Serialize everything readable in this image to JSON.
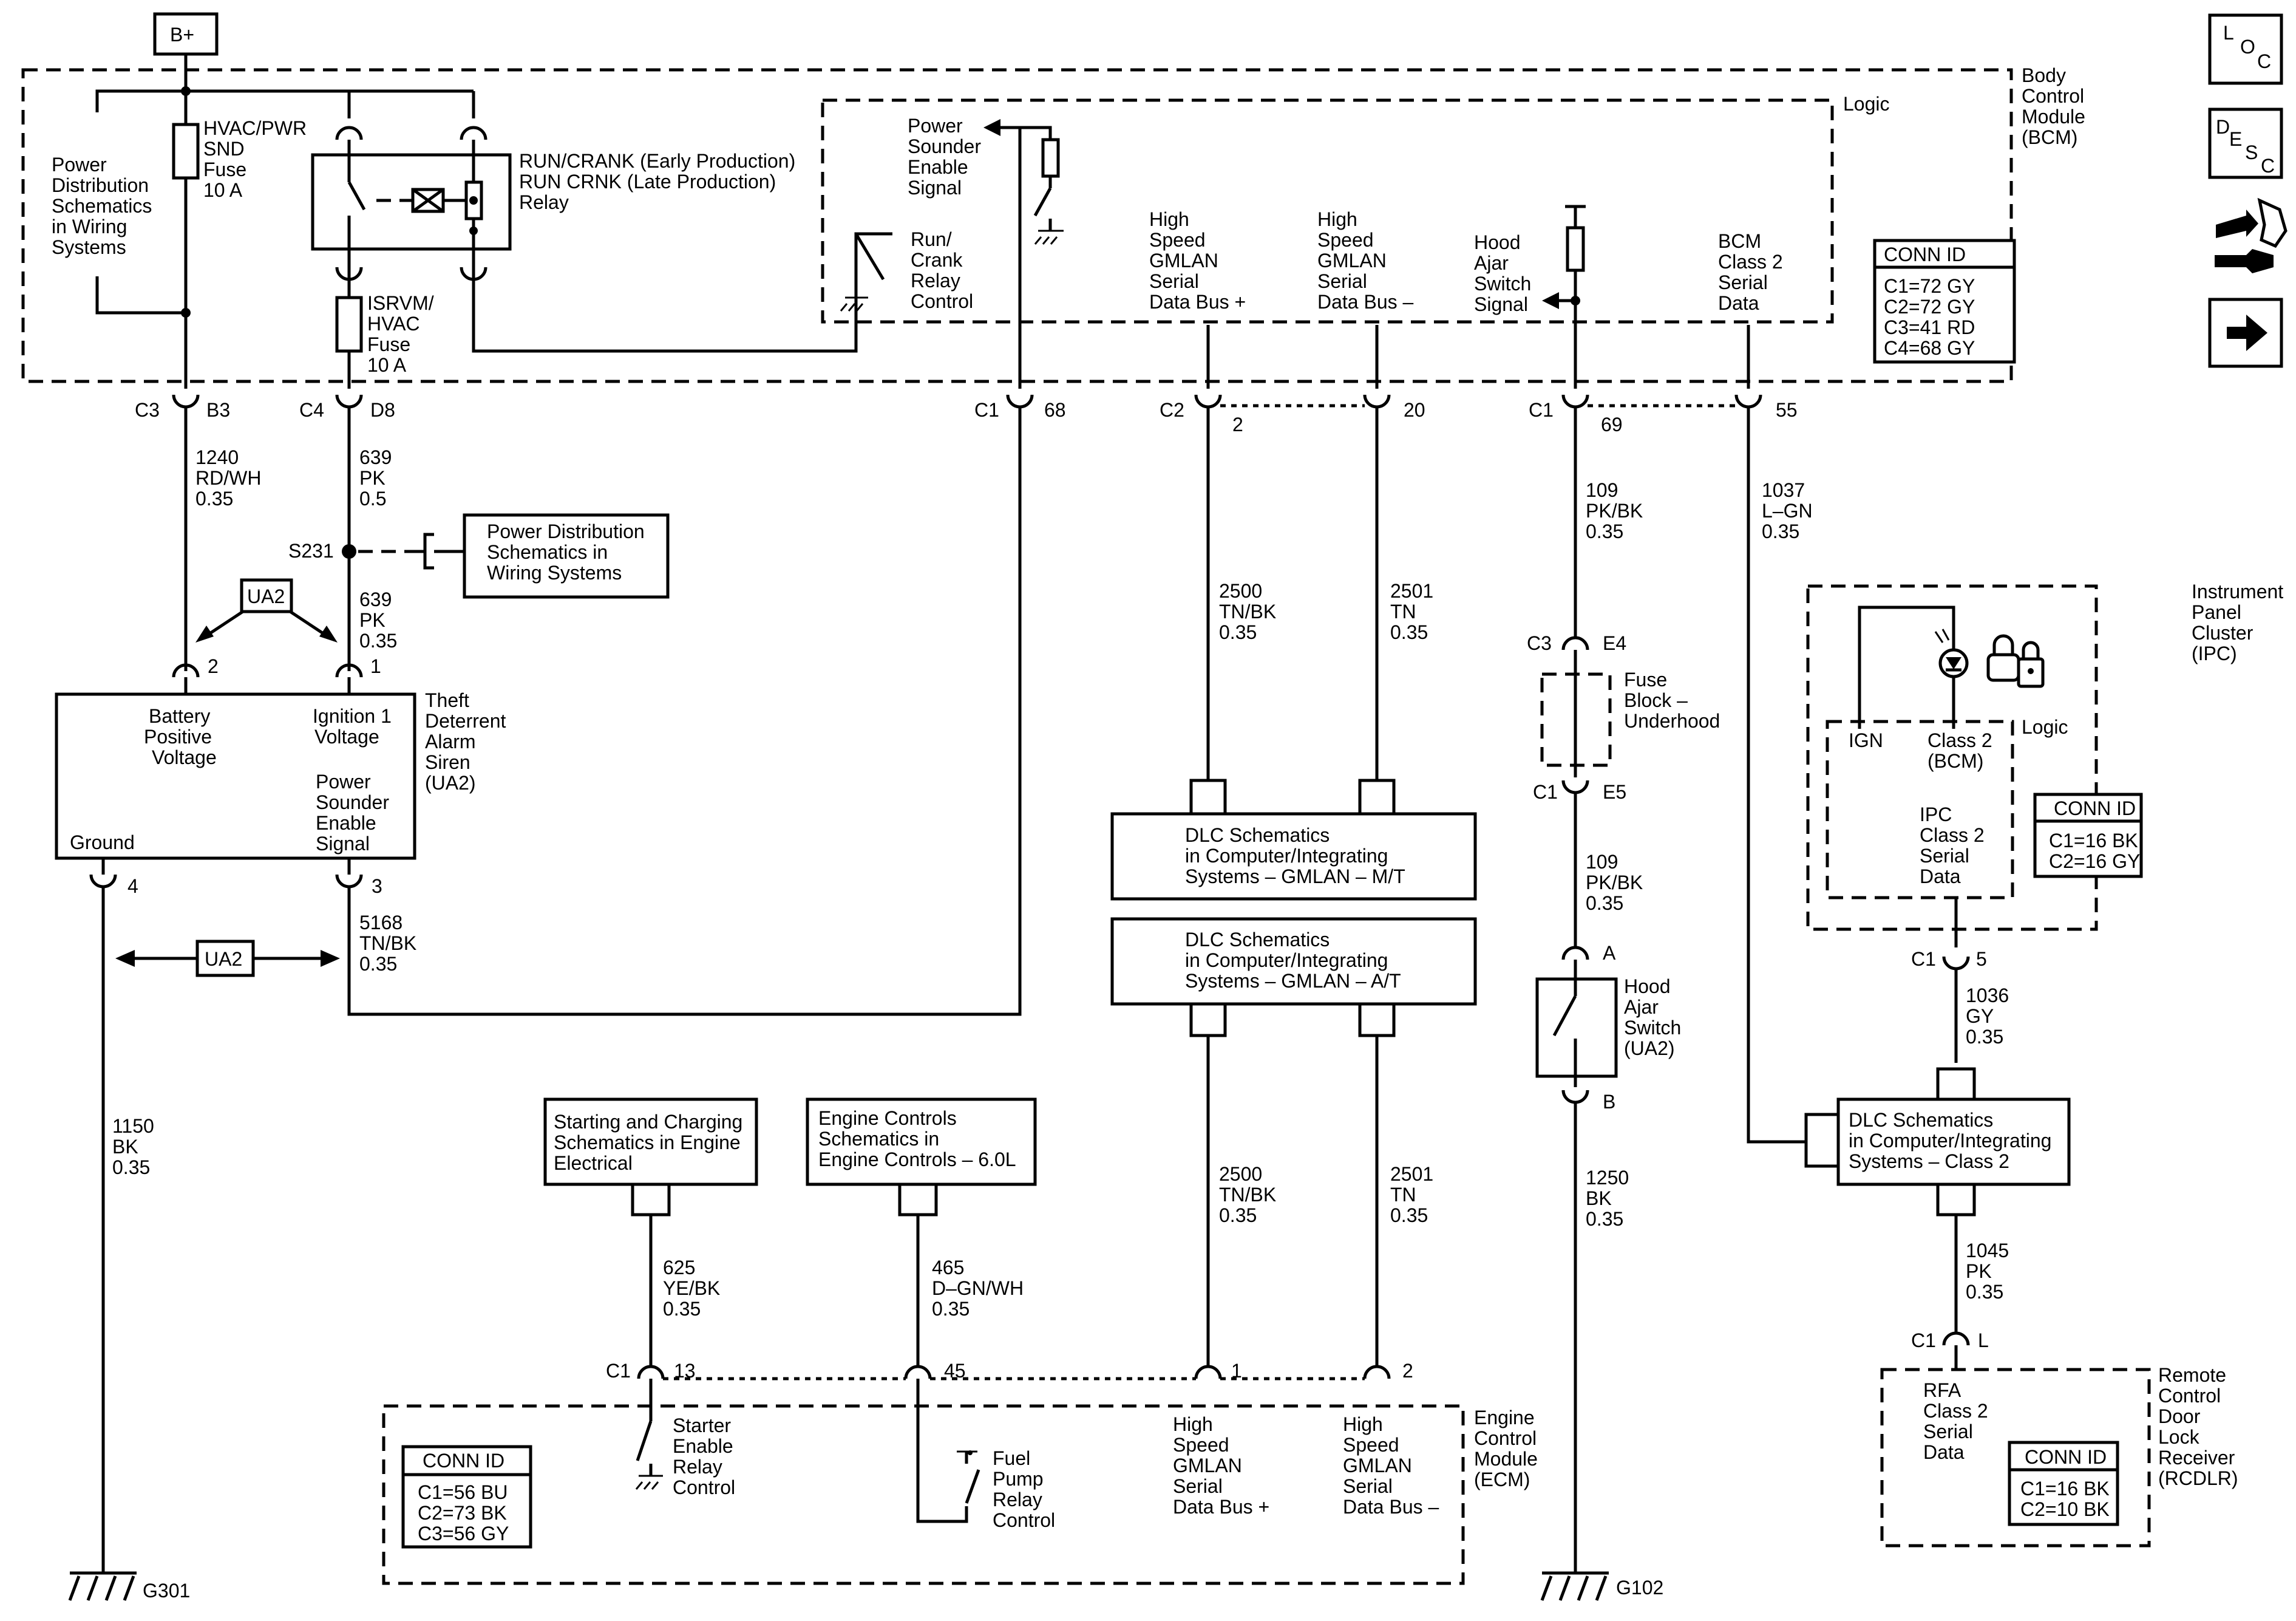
{
  "bplus": "B+",
  "modules": {
    "bcm": [
      "Body",
      "Control",
      "Module",
      "(BCM)"
    ],
    "ipc": [
      "Instrument",
      "Panel",
      "Cluster",
      "(IPC)"
    ],
    "ecm": [
      "Engine",
      "Control",
      "Module",
      "(ECM)"
    ],
    "rcdlr": [
      "Remote",
      "Control",
      "Door",
      "Lock",
      "Receiver",
      "(RCDLR)"
    ],
    "siren": [
      "Theft",
      "Deterrent",
      "Alarm",
      "Siren",
      "(UA2)"
    ]
  },
  "logic_label": "Logic",
  "conn_id": {
    "title": "CONN ID",
    "bcm": [
      "C1=72 GY",
      "C2=72 GY",
      "C3=41 RD",
      "C4=68 GY"
    ],
    "ipc": [
      "C1=16 BK",
      "C2=16 GY"
    ],
    "ecm": [
      "C1=56 BU",
      "C2=73 BK",
      "C3=56 GY"
    ],
    "rcdlr": [
      "C1=16 BK",
      "C2=10 BK"
    ]
  },
  "fuses": {
    "hvac_pwr": [
      "HVAC/PWR",
      "SND",
      "Fuse",
      "10 A"
    ],
    "isrvm": [
      "ISRVM/",
      "HVAC",
      "Fuse",
      "10 A"
    ]
  },
  "relay": [
    "RUN/CRANK (Early Production)",
    "RUN CRNK (Late Production)",
    "Relay"
  ],
  "signals": {
    "power_dist": [
      "Power",
      "Distribution",
      "Schematics",
      "in Wiring",
      "Systems"
    ],
    "power_sounder": [
      "Power",
      "Sounder",
      "Enable",
      "Signal"
    ],
    "run_crank": [
      "Run/",
      "Crank",
      "Relay",
      "Control"
    ],
    "hs_plus": [
      "High",
      "Speed",
      "GMLAN",
      "Serial",
      "Data Bus +"
    ],
    "hs_minus": [
      "High",
      "Speed",
      "GMLAN",
      "Serial",
      "Data Bus –"
    ],
    "hood_signal": [
      "Hood",
      "Ajar",
      "Switch",
      "Signal"
    ],
    "bcm_class2": [
      "BCM",
      "Class 2",
      "Serial",
      "Data"
    ],
    "battery": [
      "Battery",
      "Positive",
      "Voltage"
    ],
    "ign1": [
      "Ignition 1",
      "Voltage"
    ],
    "siren_sounder": [
      "Power",
      "Sounder",
      "Enable",
      "Signal"
    ],
    "ground": "Ground",
    "starter": [
      "Starter",
      "Enable",
      "Relay",
      "Control"
    ],
    "fuel_pump": [
      "Fuel",
      "Pump",
      "Relay",
      "Control"
    ],
    "ecm_hs_plus": [
      "High",
      "Speed",
      "GMLAN",
      "Serial",
      "Data Bus +"
    ],
    "ecm_hs_minus": [
      "High",
      "Speed",
      "GMLAN",
      "Serial",
      "Data Bus –"
    ],
    "ign": "IGN",
    "ipc_class2_bcm": [
      "Class 2",
      "(BCM)"
    ],
    "ipc_class2_data": [
      "IPC",
      "Class 2",
      "Serial",
      "Data"
    ],
    "rfa": [
      "RFA",
      "Class 2",
      "Serial",
      "Data"
    ],
    "fuse_block": [
      "Fuse",
      "Block –",
      "Underhood"
    ],
    "hood_switch": [
      "Hood",
      "Ajar",
      "Switch",
      "(UA2)"
    ]
  },
  "refs": {
    "power_dist2": [
      "Power Distribution",
      "Schematics in",
      "Wiring Systems"
    ],
    "dlc_mt": [
      "DLC Schematics",
      "in Computer/Integrating",
      "Systems – GMLAN – M/T"
    ],
    "dlc_at": [
      "DLC Schematics",
      "in Computer/Integrating",
      "Systems – GMLAN – A/T"
    ],
    "starting": [
      "Starting and Charging",
      "Schematics in Engine",
      "Electrical"
    ],
    "engine": [
      "Engine Controls",
      "Schematics in",
      "Engine Controls – 6.0L"
    ],
    "dlc_class2": [
      "DLC Schematics",
      "in Computer/Integrating",
      "Systems – Class 2"
    ]
  },
  "option_tag": "UA2",
  "splice": "S231",
  "grounds": {
    "g301": "G301",
    "g102": "G102"
  },
  "connectors": {
    "c3": "C3",
    "b3": "B3",
    "c4": "C4",
    "d8": "D8",
    "c1a": "C1",
    "p68": "68",
    "c2": "C2",
    "p2": "2",
    "p20": "20",
    "c1b": "C1",
    "p69": "69",
    "p55": "55",
    "s2": "2",
    "s1": "1",
    "s4": "4",
    "s3": "3",
    "fc3": "C3",
    "e4": "E4",
    "fc1": "C1",
    "e5": "E5",
    "ha": "A",
    "hb": "B",
    "ec1": "C1",
    "p13": "13",
    "p45": "45",
    "p1": "1",
    "p2b": "2",
    "ic1": "C1",
    "p5": "5",
    "rc1": "C1",
    "pl": "L"
  },
  "wires": {
    "w1240": [
      "1240",
      "RD/WH",
      "0.35"
    ],
    "w639a": [
      "639",
      "PK",
      "0.5"
    ],
    "w639b": [
      "639",
      "PK",
      "0.35"
    ],
    "w5168": [
      "5168",
      "TN/BK",
      "0.35"
    ],
    "w1150": [
      "1150",
      "BK",
      "0.35"
    ],
    "w2500a": [
      "2500",
      "TN/BK",
      "0.35"
    ],
    "w2501a": [
      "2501",
      "TN",
      "0.35"
    ],
    "w2500b": [
      "2500",
      "TN/BK",
      "0.35"
    ],
    "w2501b": [
      "2501",
      "TN",
      "0.35"
    ],
    "w109a": [
      "109",
      "PK/BK",
      "0.35"
    ],
    "w109b": [
      "109",
      "PK/BK",
      "0.35"
    ],
    "w1250": [
      "1250",
      "BK",
      "0.35"
    ],
    "w1037": [
      "1037",
      "L–GN",
      "0.35"
    ],
    "w1036": [
      "1036",
      "GY",
      "0.35"
    ],
    "w1045": [
      "1045",
      "PK",
      "0.35"
    ],
    "w625": [
      "625",
      "YE/BK",
      "0.35"
    ],
    "w465": [
      "465",
      "D–GN/WH",
      "0.35"
    ]
  },
  "nav": {
    "loc": [
      "L",
      "O",
      "C"
    ],
    "desc": [
      "D",
      "E",
      "S",
      "C"
    ]
  }
}
